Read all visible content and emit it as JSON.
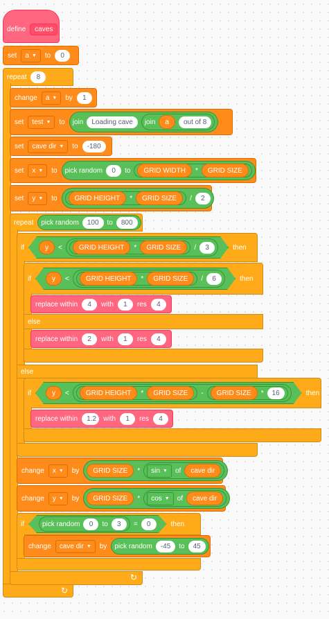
{
  "define": {
    "label": "define",
    "name": "caves"
  },
  "kw": {
    "set": "set",
    "to": "to",
    "repeat": "repeat",
    "change": "change",
    "by": "by",
    "join": "join",
    "if": "if",
    "then": "then",
    "else": "else",
    "pick_random": "pick random",
    "replace_within": "replace within",
    "with": "with",
    "res": "res",
    "of": "of"
  },
  "vars": {
    "a": "a",
    "test": "test",
    "cave_dir": "cave dir",
    "x": "x",
    "y": "y",
    "grid_width": "GRID WIDTH",
    "grid_size": "GRID SIZE",
    "grid_height": "GRID HEIGHT"
  },
  "ops": {
    "mul": "*",
    "div": "/",
    "lt": "<",
    "minus": "-",
    "eq": "=",
    "sin": "sin",
    "cos": "cos"
  },
  "values": {
    "a_init": "0",
    "repeat_count": "8",
    "a_step": "1",
    "loading_text": "Loading cave",
    "out_of": "out of 8",
    "cave_dir_init": "-180",
    "rand_min": "0",
    "y_div": "2",
    "rep_min": "100",
    "rep_max": "800",
    "if1_div": "3",
    "if2_div": "6",
    "r1_within": "4",
    "r1_with": "1",
    "r1_res": "4",
    "r2_within": "2",
    "r2_with": "1",
    "r2_res": "4",
    "sub_mul": "16",
    "r3_within": "1.2",
    "r3_with": "1",
    "r3_res": "4",
    "rand2_min": "0",
    "rand2_max": "3",
    "eq_val": "0",
    "dir_min": "-45",
    "dir_max": "45"
  }
}
